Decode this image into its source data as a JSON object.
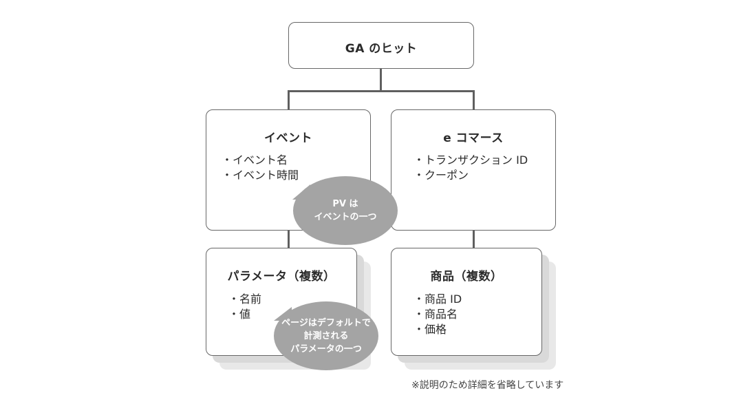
{
  "root": {
    "title": "GA のヒット"
  },
  "event_box": {
    "title": "イベント",
    "items": [
      "イベント名",
      "イベント時間"
    ]
  },
  "ecommerce_box": {
    "title": "e コマース",
    "items": [
      "トランザクション ID",
      "クーポン"
    ]
  },
  "params_box": {
    "title": "パラメータ（複数）",
    "items": [
      "名前",
      "値"
    ]
  },
  "products_box": {
    "title": "商品（複数）",
    "items": [
      "商品 ID",
      "商品名",
      "価格"
    ]
  },
  "bubble_pv": {
    "lines": [
      "PV は",
      "イベントの一つ"
    ]
  },
  "bubble_pageview": {
    "lines": [
      "ページはデフォルトで",
      "計測される",
      "パラメータの一つ"
    ]
  },
  "footnote": "※説明のため詳細を省略しています",
  "colors": {
    "line": "#5f5f5f",
    "bubble": "#a4a4a4",
    "shadow": "#e8e8e8",
    "border": "#666666"
  }
}
